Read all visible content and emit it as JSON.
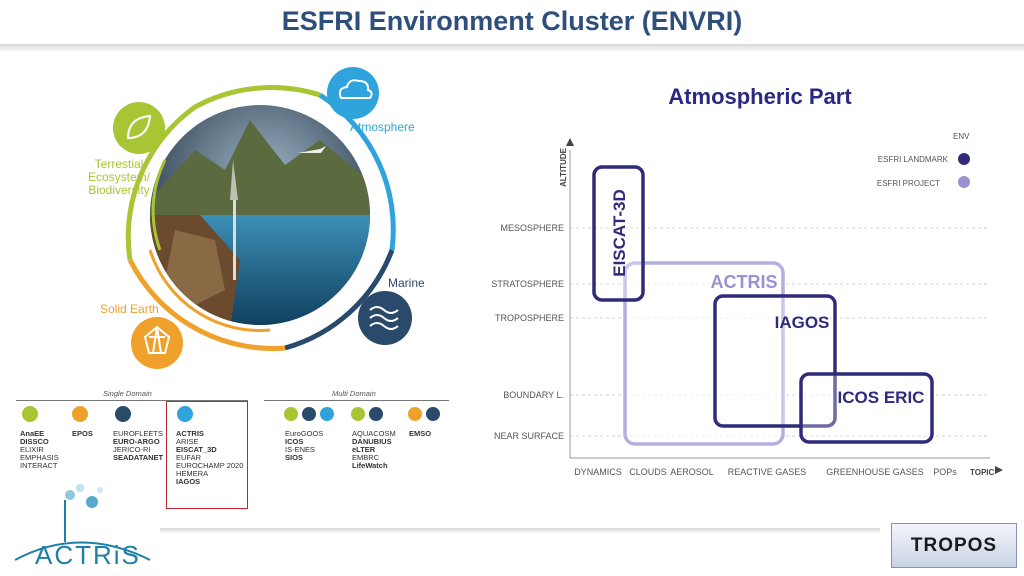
{
  "header": {
    "title": "ESFRI Environment Cluster (ENVRI)"
  },
  "wheel": {
    "atmosphere": "Atmosphere",
    "terrestial": [
      "Terrestial",
      "Ecosystem/",
      "Biodiversity"
    ],
    "marine": "Marine",
    "solid_earth": "Solid Earth",
    "colors": {
      "atmosphere": "#2ea3dc",
      "terrestial": "#a8c534",
      "marine": "#2a4a6b",
      "solid_earth": "#f0a12b"
    }
  },
  "domains": {
    "single_label": "Single Domain",
    "multi_label": "Multi Domain",
    "single": [
      {
        "items": [
          {
            "t": "AnaEE",
            "b": true
          },
          {
            "t": "DISSCO",
            "b": true
          },
          {
            "t": "ELIXIR",
            "b": false
          },
          {
            "t": "EMPHASIS",
            "b": false
          },
          {
            "t": "INTERACT",
            "b": false
          }
        ]
      },
      {
        "items": [
          {
            "t": "EPOS",
            "b": true
          }
        ]
      },
      {
        "items": [
          {
            "t": "EUROFLEETS",
            "b": false
          },
          {
            "t": "EURO-ARGO",
            "b": true
          },
          {
            "t": "JERICO-RI",
            "b": false
          },
          {
            "t": "SEADATANET",
            "b": true
          }
        ]
      },
      {
        "items": [
          {
            "t": "ACTRIS",
            "b": true
          },
          {
            "t": "ARISE",
            "b": false
          },
          {
            "t": "EISCAT_3D",
            "b": true
          },
          {
            "t": "EUFAR",
            "b": false
          },
          {
            "t": "EUROCHAMP 2020",
            "b": false
          },
          {
            "t": "HEMERA",
            "b": false
          },
          {
            "t": "IAGOS",
            "b": true
          }
        ]
      }
    ],
    "multi": [
      {
        "items": [
          {
            "t": "EuroGOOS",
            "b": false
          },
          {
            "t": "ICOS",
            "b": true
          },
          {
            "t": "IS-ENES",
            "b": false
          },
          {
            "t": "SIOS",
            "b": true
          }
        ]
      },
      {
        "items": [
          {
            "t": "AQUACOSM",
            "b": false
          },
          {
            "t": "DANUBIUS",
            "b": true
          },
          {
            "t": "eLTER",
            "b": true
          },
          {
            "t": "EMBRC",
            "b": false
          },
          {
            "t": "LifeWatch",
            "b": true
          }
        ]
      },
      {
        "items": [
          {
            "t": "EMSO",
            "b": true
          }
        ]
      }
    ]
  },
  "atmospheric": {
    "title": "Atmospheric Part",
    "y_axis": "ALTITUDE",
    "x_axis": "TOPIC",
    "y_levels": [
      "NEAR SURFACE",
      "BOUNDARY L.",
      "TROPOSPHERE",
      "STRATOSPHERE",
      "MESOSPHERE"
    ],
    "x_topics": [
      "DYNAMICS",
      "CLOUDS",
      "AEROSOL",
      "REACTIVE GASES",
      "GREENHOUSE GASES",
      "POPs"
    ],
    "legend": {
      "title": "ENV",
      "items": [
        {
          "label": "ESFRI LANDMARK",
          "color": "#2f2b7a"
        },
        {
          "label": "ESFRI PROJECT",
          "color": "#9b91d1"
        }
      ]
    },
    "boxes": [
      {
        "name": "EISCAT-3D"
      },
      {
        "name": "ACTRIS"
      },
      {
        "name": "IAGOS"
      },
      {
        "name": "ICOS ERIC"
      }
    ]
  },
  "logos": {
    "actris": "ACTRiS",
    "tropos": "TROPOS"
  }
}
